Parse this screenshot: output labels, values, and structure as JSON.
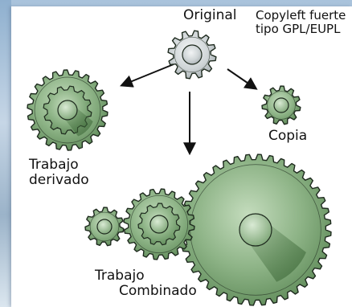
{
  "labels": {
    "original": "Original",
    "copyleft_line1": "Copyleft fuerte",
    "copyleft_line2": "tipo GPL/EUPL",
    "copia": "Copia",
    "derivado_line1": "Trabajo",
    "derivado_line2": "derivado",
    "combinado_line1": "Trabajo",
    "combinado_line2": "Combinado"
  },
  "colors": {
    "gear_green": "#6f9a68",
    "gear_green_light": "#a9c9a0",
    "gear_green_dark": "#3f6a3a",
    "gear_grey": "#c9cfd1",
    "outline": "#1e2a1e",
    "arrow": "#111111"
  }
}
